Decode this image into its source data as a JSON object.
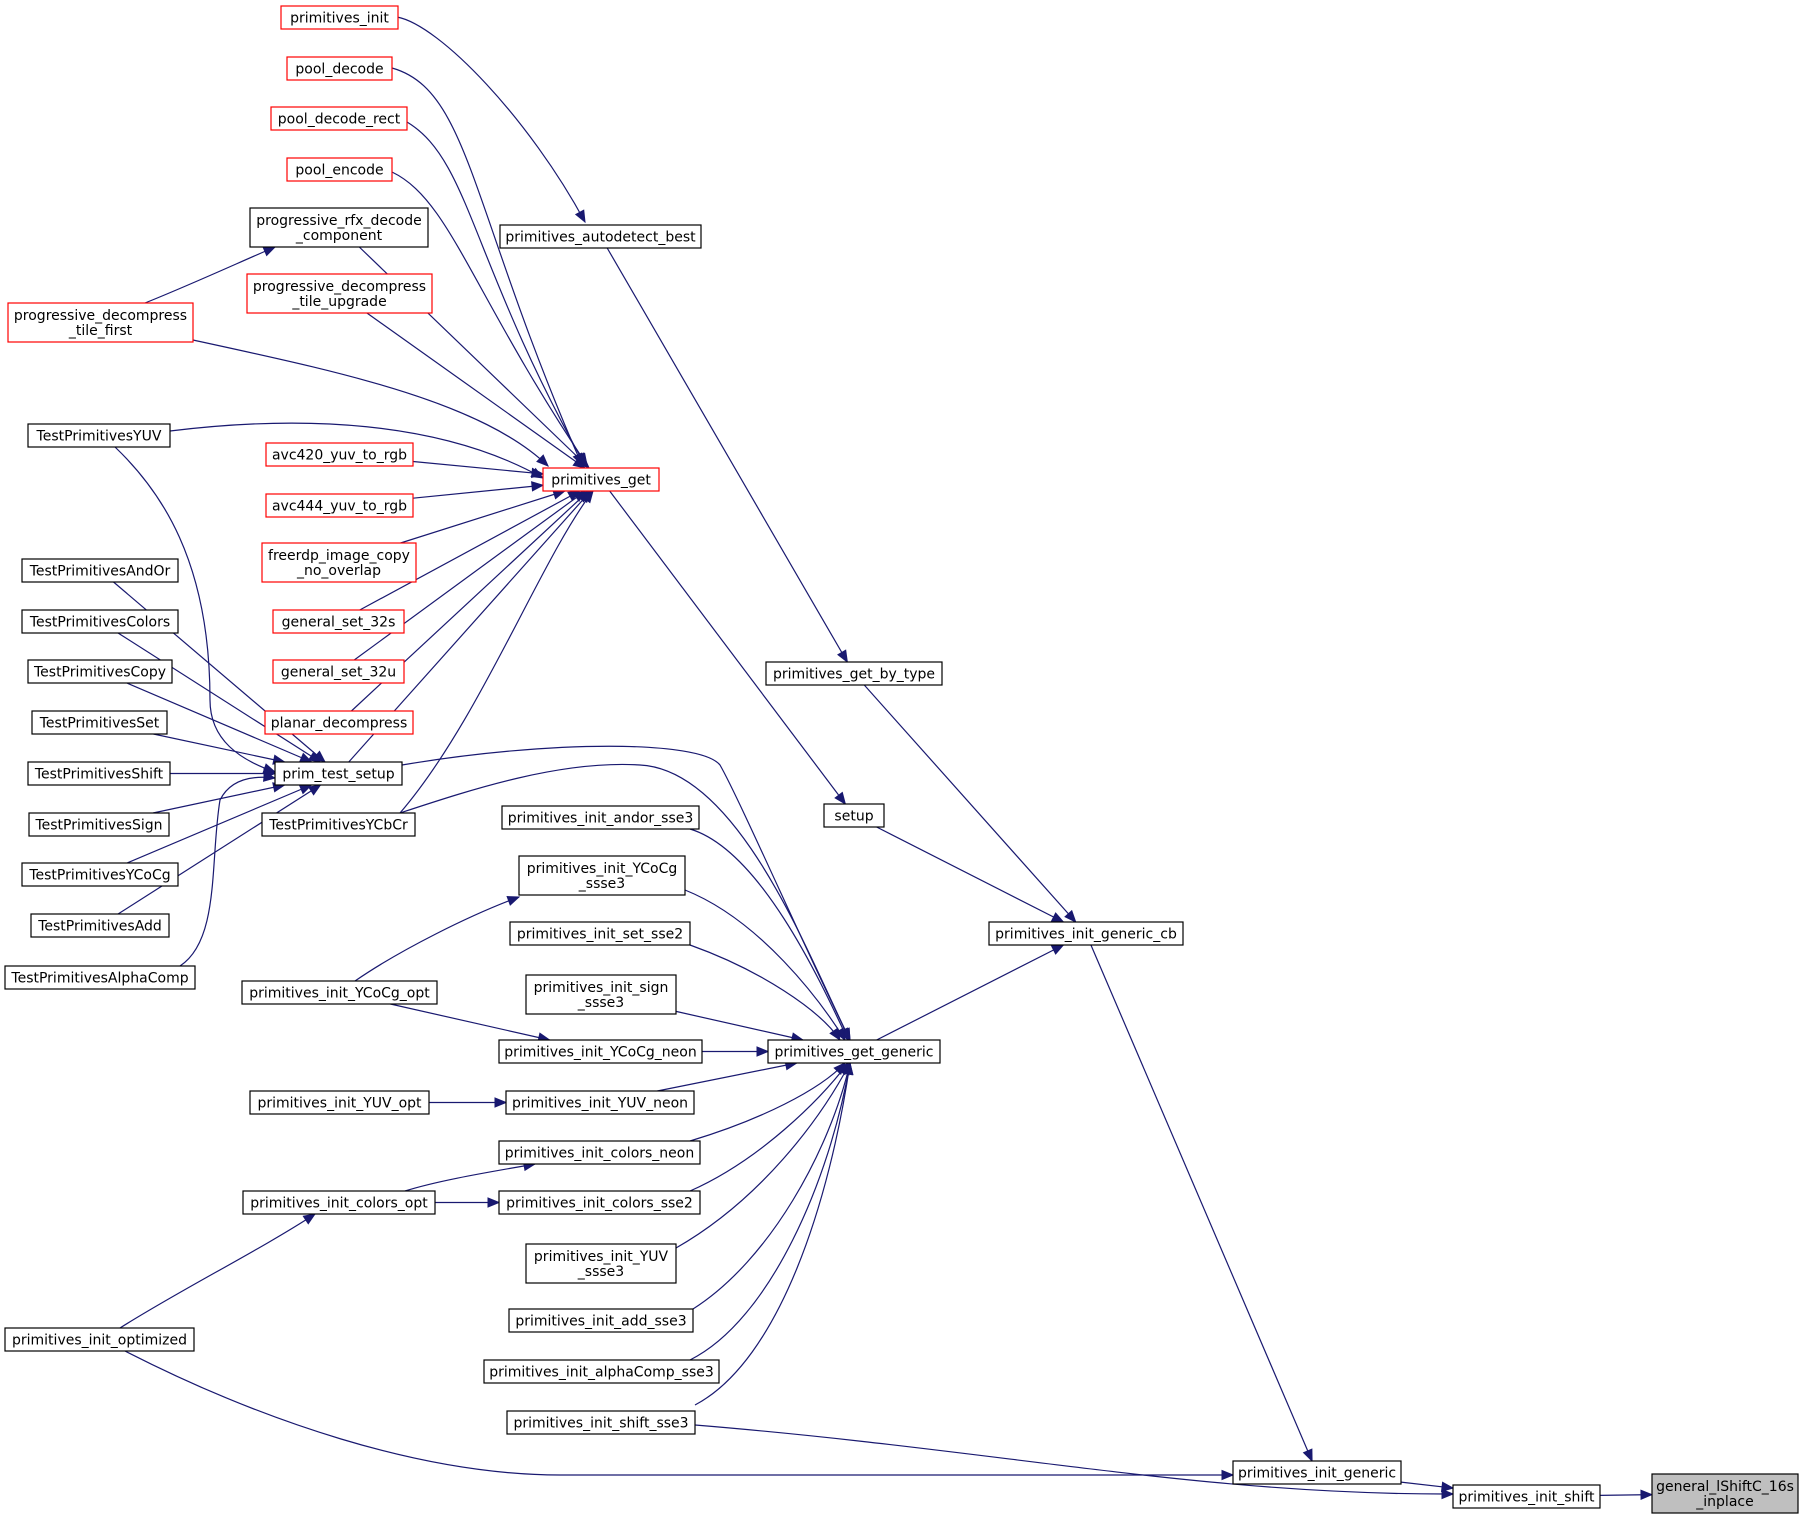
{
  "colors": {
    "edge": "#191970",
    "node_border": "#000000",
    "node_border_truncated": "#ff0000",
    "selected_fill": "#bfbfbf"
  },
  "nodes": {
    "primitives_init": {
      "lines": [
        "primitives_init"
      ],
      "red": true
    },
    "pool_decode": {
      "lines": [
        "pool_decode"
      ],
      "red": true
    },
    "pool_decode_rect": {
      "lines": [
        "pool_decode_rect"
      ],
      "red": true
    },
    "pool_encode": {
      "lines": [
        "pool_encode"
      ],
      "red": true
    },
    "progressive_rfx_decode_component": {
      "lines": [
        "progressive_rfx_decode",
        "_component"
      ],
      "red": false
    },
    "progressive_decompress_tile_upgrade": {
      "lines": [
        "progressive_decompress",
        "_tile_upgrade"
      ],
      "red": true
    },
    "progressive_decompress_tile_first": {
      "lines": [
        "progressive_decompress",
        "_tile_first"
      ],
      "red": true
    },
    "TestPrimitivesYUV": {
      "lines": [
        "TestPrimitivesYUV"
      ],
      "red": false
    },
    "avc420_yuv_to_rgb": {
      "lines": [
        "avc420_yuv_to_rgb"
      ],
      "red": true
    },
    "avc444_yuv_to_rgb": {
      "lines": [
        "avc444_yuv_to_rgb"
      ],
      "red": true
    },
    "freerdp_image_copy_no_overlap": {
      "lines": [
        "freerdp_image_copy",
        "_no_overlap"
      ],
      "red": true
    },
    "general_set_32s": {
      "lines": [
        "general_set_32s"
      ],
      "red": true
    },
    "general_set_32u": {
      "lines": [
        "general_set_32u"
      ],
      "red": true
    },
    "planar_decompress": {
      "lines": [
        "planar_decompress"
      ],
      "red": true
    },
    "TestPrimitivesAndOr": {
      "lines": [
        "TestPrimitivesAndOr"
      ],
      "red": false
    },
    "TestPrimitivesColors": {
      "lines": [
        "TestPrimitivesColors"
      ],
      "red": false
    },
    "TestPrimitivesCopy": {
      "lines": [
        "TestPrimitivesCopy"
      ],
      "red": false
    },
    "TestPrimitivesSet": {
      "lines": [
        "TestPrimitivesSet"
      ],
      "red": false
    },
    "TestPrimitivesShift": {
      "lines": [
        "TestPrimitivesShift"
      ],
      "red": false
    },
    "TestPrimitivesSign": {
      "lines": [
        "TestPrimitivesSign"
      ],
      "red": false
    },
    "TestPrimitivesYCoCg": {
      "lines": [
        "TestPrimitivesYCoCg"
      ],
      "red": false
    },
    "TestPrimitivesAdd": {
      "lines": [
        "TestPrimitivesAdd"
      ],
      "red": false
    },
    "TestPrimitivesAlphaComp": {
      "lines": [
        "TestPrimitivesAlphaComp"
      ],
      "red": false
    },
    "prim_test_setup": {
      "lines": [
        "prim_test_setup"
      ],
      "red": false
    },
    "TestPrimitivesYCbCr": {
      "lines": [
        "TestPrimitivesYCbCr"
      ],
      "red": false
    },
    "primitives_autodetect_best": {
      "lines": [
        "primitives_autodetect_best"
      ],
      "red": false
    },
    "primitives_get": {
      "lines": [
        "primitives_get"
      ],
      "red": true
    },
    "primitives_get_by_type": {
      "lines": [
        "primitives_get_by_type"
      ],
      "red": false
    },
    "setup": {
      "lines": [
        "setup"
      ],
      "red": false
    },
    "primitives_init_generic_cb": {
      "lines": [
        "primitives_init_generic_cb"
      ],
      "red": false
    },
    "primitives_init_andor_sse3": {
      "lines": [
        "primitives_init_andor_sse3"
      ],
      "red": false
    },
    "primitives_init_YCoCg_ssse3": {
      "lines": [
        "primitives_init_YCoCg",
        "_ssse3"
      ],
      "red": false
    },
    "primitives_init_set_sse2": {
      "lines": [
        "primitives_init_set_sse2"
      ],
      "red": false
    },
    "primitives_init_sign_ssse3": {
      "lines": [
        "primitives_init_sign",
        "_ssse3"
      ],
      "red": false
    },
    "primitives_init_YCoCg_opt": {
      "lines": [
        "primitives_init_YCoCg_opt"
      ],
      "red": false
    },
    "primitives_init_YCoCg_neon": {
      "lines": [
        "primitives_init_YCoCg_neon"
      ],
      "red": false
    },
    "primitives_get_generic": {
      "lines": [
        "primitives_get_generic"
      ],
      "red": false
    },
    "primitives_init_YUV_opt": {
      "lines": [
        "primitives_init_YUV_opt"
      ],
      "red": false
    },
    "primitives_init_YUV_neon": {
      "lines": [
        "primitives_init_YUV_neon"
      ],
      "red": false
    },
    "primitives_init_colors_neon": {
      "lines": [
        "primitives_init_colors_neon"
      ],
      "red": false
    },
    "primitives_init_colors_opt": {
      "lines": [
        "primitives_init_colors_opt"
      ],
      "red": false
    },
    "primitives_init_colors_sse2": {
      "lines": [
        "primitives_init_colors_sse2"
      ],
      "red": false
    },
    "primitives_init_YUV_ssse3": {
      "lines": [
        "primitives_init_YUV",
        "_ssse3"
      ],
      "red": false
    },
    "primitives_init_add_sse3": {
      "lines": [
        "primitives_init_add_sse3"
      ],
      "red": false
    },
    "primitives_init_alphaComp_sse3": {
      "lines": [
        "primitives_init_alphaComp_sse3"
      ],
      "red": false
    },
    "primitives_init_optimized": {
      "lines": [
        "primitives_init_optimized"
      ],
      "red": false
    },
    "primitives_init_shift_sse3": {
      "lines": [
        "primitives_init_shift_sse3"
      ],
      "red": false
    },
    "primitives_init_generic": {
      "lines": [
        "primitives_init_generic"
      ],
      "red": false
    },
    "primitives_init_shift": {
      "lines": [
        "primitives_init_shift"
      ],
      "red": false
    },
    "general_lShiftC_16s_inplace": {
      "lines": [
        "general_lShiftC_16s",
        "_inplace"
      ],
      "red": false,
      "selected": true
    }
  },
  "edges": [
    [
      "primitives_init",
      "primitives_autodetect_best"
    ],
    [
      "pool_decode",
      "primitives_get"
    ],
    [
      "pool_decode_rect",
      "primitives_get"
    ],
    [
      "pool_encode",
      "primitives_get"
    ],
    [
      "progressive_rfx_decode_component",
      "primitives_get"
    ],
    [
      "progressive_decompress_tile_upgrade",
      "primitives_get"
    ],
    [
      "progressive_decompress_tile_first",
      "progressive_rfx_decode_component"
    ],
    [
      "progressive_decompress_tile_first",
      "primitives_get"
    ],
    [
      "TestPrimitivesYUV",
      "primitives_get"
    ],
    [
      "TestPrimitivesYUV",
      "prim_test_setup"
    ],
    [
      "avc420_yuv_to_rgb",
      "primitives_get"
    ],
    [
      "avc444_yuv_to_rgb",
      "primitives_get"
    ],
    [
      "freerdp_image_copy_no_overlap",
      "primitives_get"
    ],
    [
      "general_set_32s",
      "primitives_get"
    ],
    [
      "general_set_32u",
      "primitives_get"
    ],
    [
      "planar_decompress",
      "primitives_get"
    ],
    [
      "prim_test_setup",
      "primitives_get"
    ],
    [
      "TestPrimitivesYCbCr",
      "primitives_get"
    ],
    [
      "TestPrimitivesAndOr",
      "prim_test_setup"
    ],
    [
      "TestPrimitivesColors",
      "prim_test_setup"
    ],
    [
      "TestPrimitivesCopy",
      "prim_test_setup"
    ],
    [
      "TestPrimitivesSet",
      "prim_test_setup"
    ],
    [
      "TestPrimitivesShift",
      "prim_test_setup"
    ],
    [
      "TestPrimitivesSign",
      "prim_test_setup"
    ],
    [
      "TestPrimitivesYCoCg",
      "prim_test_setup"
    ],
    [
      "TestPrimitivesAdd",
      "prim_test_setup"
    ],
    [
      "TestPrimitivesAlphaComp",
      "prim_test_setup"
    ],
    [
      "primitives_autodetect_best",
      "primitives_get_by_type"
    ],
    [
      "primitives_get",
      "setup"
    ],
    [
      "primitives_get_by_type",
      "primitives_init_generic_cb"
    ],
    [
      "setup",
      "primitives_init_generic_cb"
    ],
    [
      "prim_test_setup",
      "primitives_get_generic"
    ],
    [
      "TestPrimitivesYCbCr",
      "primitives_get_generic"
    ],
    [
      "primitives_init_andor_sse3",
      "primitives_get_generic"
    ],
    [
      "primitives_init_YCoCg_ssse3",
      "primitives_get_generic"
    ],
    [
      "primitives_init_set_sse2",
      "primitives_get_generic"
    ],
    [
      "primitives_init_sign_ssse3",
      "primitives_get_generic"
    ],
    [
      "primitives_init_YCoCg_neon",
      "primitives_get_generic"
    ],
    [
      "primitives_init_YUV_neon",
      "primitives_get_generic"
    ],
    [
      "primitives_init_colors_neon",
      "primitives_get_generic"
    ],
    [
      "primitives_init_colors_sse2",
      "primitives_get_generic"
    ],
    [
      "primitives_init_YUV_ssse3",
      "primitives_get_generic"
    ],
    [
      "primitives_init_add_sse3",
      "primitives_get_generic"
    ],
    [
      "primitives_init_alphaComp_sse3",
      "primitives_get_generic"
    ],
    [
      "primitives_init_shift_sse3",
      "primitives_get_generic"
    ],
    [
      "primitives_init_YCoCg_opt",
      "primitives_init_YCoCg_ssse3"
    ],
    [
      "primitives_init_YCoCg_opt",
      "primitives_init_YCoCg_neon"
    ],
    [
      "primitives_init_YUV_opt",
      "primitives_init_YUV_neon"
    ],
    [
      "primitives_init_colors_opt",
      "primitives_init_colors_neon"
    ],
    [
      "primitives_init_colors_opt",
      "primitives_init_colors_sse2"
    ],
    [
      "primitives_init_optimized",
      "primitives_init_colors_opt"
    ],
    [
      "primitives_init_optimized",
      "primitives_init_generic"
    ],
    [
      "primitives_get_generic",
      "primitives_init_generic_cb"
    ],
    [
      "primitives_init_generic_cb",
      "primitives_init_generic"
    ],
    [
      "primitives_init_generic",
      "primitives_init_shift"
    ],
    [
      "primitives_init_shift_sse3",
      "primitives_init_shift"
    ],
    [
      "primitives_init_shift",
      "general_lShiftC_16s_inplace"
    ]
  ]
}
